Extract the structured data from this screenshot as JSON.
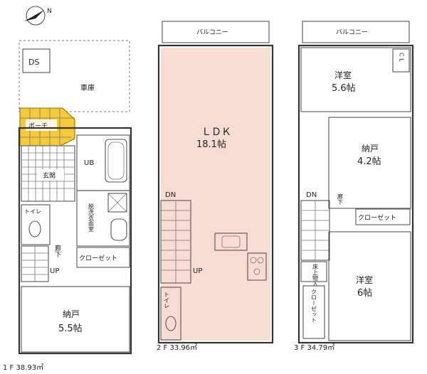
{
  "compass": {
    "label": "N"
  },
  "floor1": {
    "area_label": "1 F 38.93㎡",
    "ds": "DS",
    "garage": "車庫",
    "porch": "ポーチ",
    "entrance": "玄関",
    "ub": "UB",
    "toilet": "トイレ",
    "washroom": "脱洗衣面室",
    "hallway": "廊下",
    "closet": "クローゼット",
    "up": "UP",
    "storeroom": "納戸",
    "storeroom_size": "5.5帖"
  },
  "floor2": {
    "area_label": "2 F 33.96㎡",
    "balcony": "バルコニー",
    "ldk": "ＬＤＫ",
    "ldk_size": "18.1帖",
    "dn": "DN",
    "up": "UP",
    "toilet": "トイレ"
  },
  "floor3": {
    "area_label": "3 F 34.79㎡",
    "balcony": "バルコニー",
    "room1": "洋室",
    "room1_size": "5.6帖",
    "cl": "C L",
    "storeroom": "納戸",
    "storeroom_size": "4.2帖",
    "dn": "DN",
    "hallway": "廊下",
    "closet_h": "クローゼット",
    "underfloor": "床上物入",
    "room2": "洋室",
    "room2_size": "6帖",
    "closet_v": "クローゼット"
  }
}
